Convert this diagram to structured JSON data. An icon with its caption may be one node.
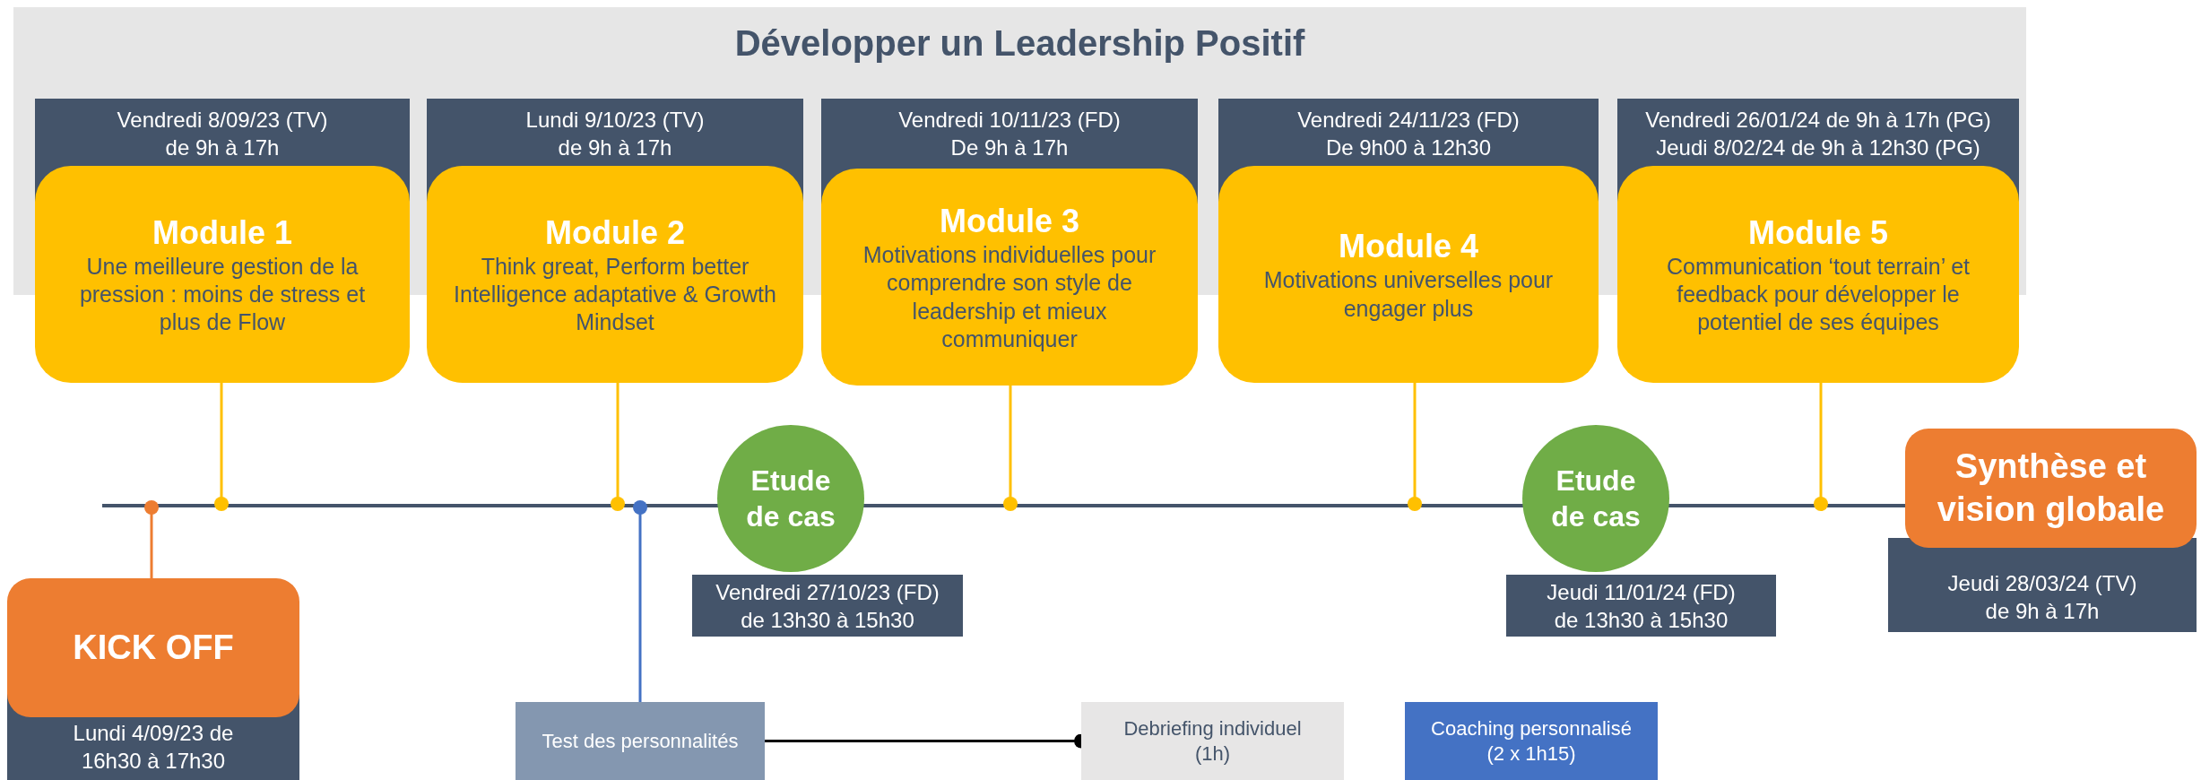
{
  "diagram": {
    "title": "Développer un Leadership Positif",
    "nodes": [
      {
        "text": [
          "Module 1",
          "Une meilleure gestion de la pression : moins de stress et plus de Flow"
        ],
        "beside": [
          "Vendredi 8/09/23 (TV) de 9h à 17h"
        ]
      },
      {
        "text": [
          "Module 2",
          "Think great, Perform better Intelligence adaptative & Growth Mindset"
        ],
        "beside": [
          "Lundi 9/10/23 (TV) de 9h à 17h"
        ]
      },
      {
        "text": [
          "Module 3",
          "Motivations individuelles pour comprendre son style de leadership et mieux communiquer"
        ],
        "beside": [
          "Vendredi 10/11/23 (FD) De 9h à 17h"
        ]
      },
      {
        "text": [
          "Module 4",
          "Motivations universelles pour engager plus"
        ],
        "beside": [
          "Vendredi 24/11/23 (FD) De 9h00 à 12h30"
        ]
      },
      {
        "text": [
          "Module 5",
          "Communication ‘tout terrain’ et feedback pour développer le potentiel de ses équipes"
        ],
        "beside": [
          "Vendredi 26/01/24 de 9h à 17h (PG) Jeudi 8/02/24 de 9h à 12h30 (PG)"
        ]
      },
      {
        "text": [],
        "shape": "bar"
      },
      {
        "text": [
          "Etude de cas"
        ],
        "beside": [
          "Vendredi 27/10/23 (FD) de 13h30 à 15h30"
        ]
      },
      {
        "text": [
          "Etude de cas"
        ],
        "beside": [
          "Jeudi 11/01/24 (FD) de 13h30 à 15h30"
        ]
      },
      {
        "text": [
          "Synthèse et vision globale"
        ],
        "beside": [
          "Jeudi 28/03/24 (TV) de 9h à 17h"
        ]
      },
      {
        "text": [
          "KICK OFF"
        ],
        "beside": [
          "Lundi 4/09/23 de 16h30 à 17h30"
        ]
      },
      {
        "text": [
          "Test des personnalités"
        ]
      },
      {
        "text": [
          "Debriefing individuel (1h)"
        ]
      },
      {
        "text": [
          "Coaching personnalisé (2 x 1h15)"
        ]
      }
    ],
    "edges": [
      {
        "from": 0,
        "to": 5,
        "arrow": "other"
      },
      {
        "from": 1,
        "to": 5,
        "arrow": "other"
      },
      {
        "from": 2,
        "to": 5,
        "arrow": "other"
      },
      {
        "from": 3,
        "to": 5,
        "arrow": "other"
      },
      {
        "from": 4,
        "to": 5,
        "arrow": "other"
      },
      {
        "from": 9,
        "to": 5,
        "arrow": "other",
        "color": "#ed7d31"
      },
      {
        "from": 10,
        "to": 5,
        "arrow": "other",
        "color": "#4472c4"
      },
      {
        "from": 10,
        "to": 11,
        "arrow": "other",
        "color": "#000000"
      }
    ]
  }
}
